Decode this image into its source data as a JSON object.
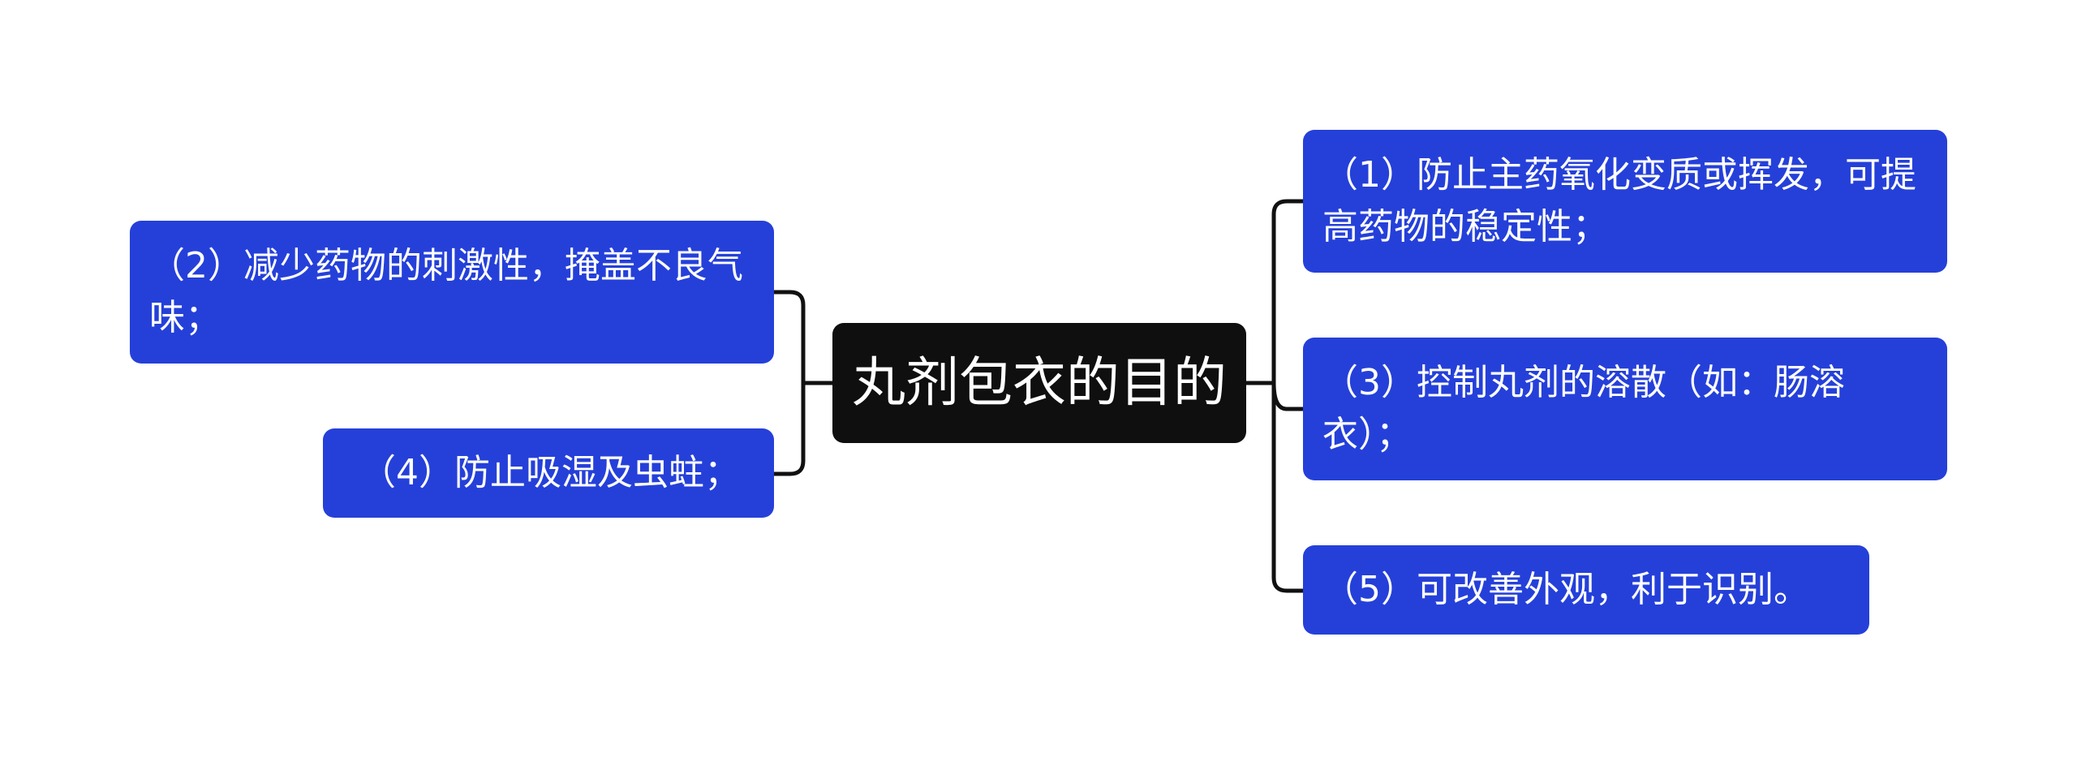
{
  "mindmap": {
    "center": "丸剂包衣的目的",
    "branches": {
      "b1": "（1）防止主药氧化变质或挥发，可提高药物的稳定性；",
      "b2": "（2）减少药物的刺激性，掩盖不良气味；",
      "b3": "（3）控制丸剂的溶散（如：肠溶衣）；",
      "b4": "（4）防止吸湿及虫蛀；",
      "b5": "（5）可改善外观，利于识别。"
    }
  },
  "colors": {
    "center_bg": "#0f0f0f",
    "branch_bg": "#2540d9",
    "text": "#ffffff",
    "connector": "#111111"
  }
}
